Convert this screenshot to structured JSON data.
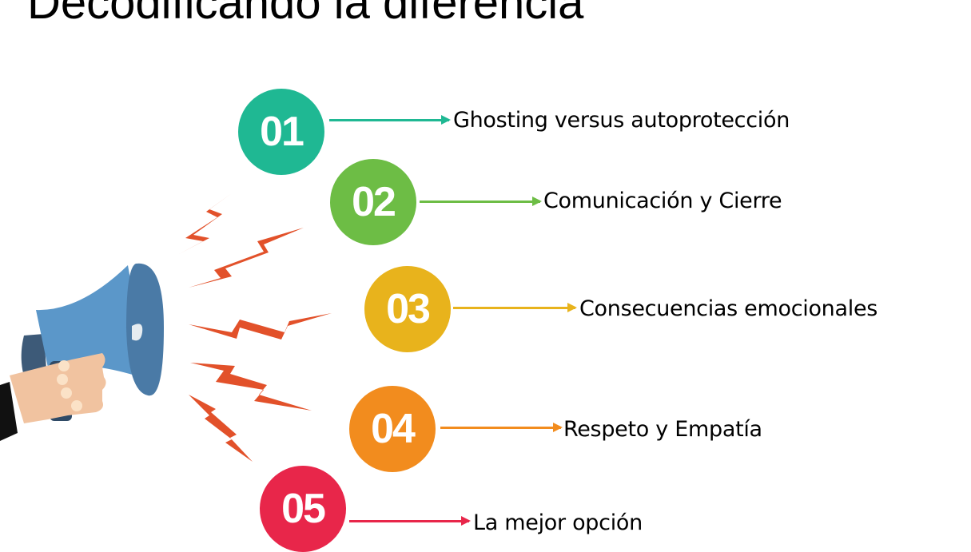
{
  "title": "Decodificando la diferencia",
  "items": [
    {
      "number": "01",
      "label": "Ghosting versus autoprotección",
      "color": "#1fb893"
    },
    {
      "number": "02",
      "label": "Comunicación y Cierre",
      "color": "#6dbd45"
    },
    {
      "number": "03",
      "label": "Consecuencias emocionales",
      "color": "#e8b31c"
    },
    {
      "number": "04",
      "label": "Respeto y Empatía",
      "color": "#f28c1e"
    },
    {
      "number": "05",
      "label": "La mejor opción",
      "color": "#e8264a"
    }
  ],
  "illustration": "megaphone-icon"
}
